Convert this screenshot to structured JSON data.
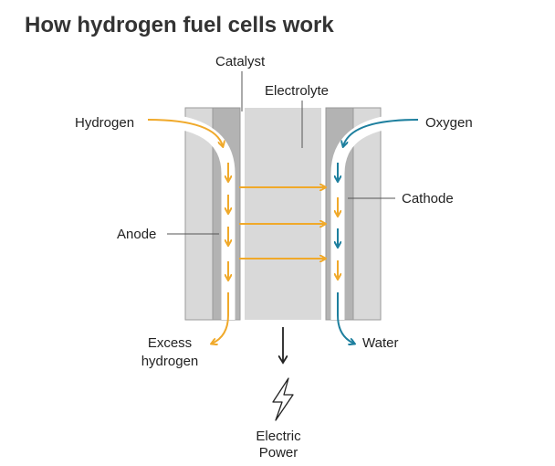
{
  "title": "How hydrogen fuel cells work",
  "labels": {
    "catalyst": "Catalyst",
    "electrolyte": "Electrolyte",
    "hydrogen": "Hydrogen",
    "oxygen": "Oxygen",
    "cathode": "Cathode",
    "anode": "Anode",
    "excess_line1": "Excess",
    "excess_line2": "hydrogen",
    "water": "Water",
    "power_line1": "Electric",
    "power_line2": "Power"
  },
  "colors": {
    "hydrogen": "#f0a92a",
    "oxygen": "#1d7f9e",
    "plate": "#d9d9d9",
    "electrode": "#b3b3b3"
  }
}
